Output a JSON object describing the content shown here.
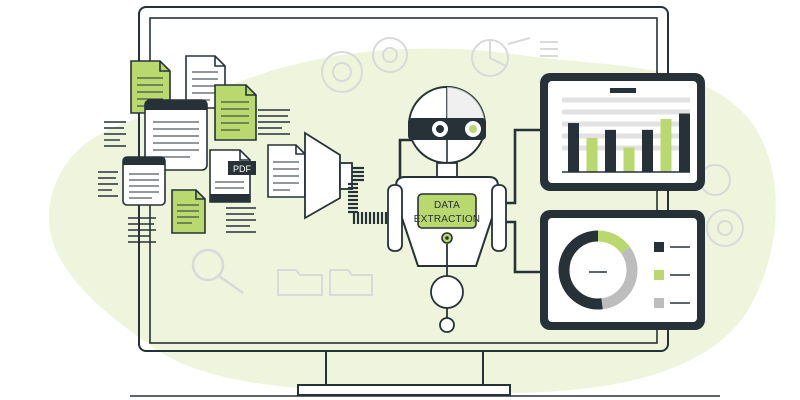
{
  "robot": {
    "label_line1": "DATA",
    "label_line2": "EXTRACTION"
  },
  "document": {
    "type_label": "PDF"
  },
  "bar_chart": {
    "values": [
      0.72,
      0.5,
      0.62,
      0.36,
      0.62,
      0.78,
      0.86
    ],
    "colors": [
      "#263238",
      "#b9d86e",
      "#263238",
      "#b9d86e",
      "#263238",
      "#b9d86e",
      "#263238"
    ]
  },
  "donut_chart": {
    "segments": [
      {
        "fraction": 0.15,
        "color": "#b9d86e"
      },
      {
        "fraction": 0.33,
        "color": "#bdbdbd"
      },
      {
        "fraction": 0.52,
        "color": "#263238"
      }
    ],
    "legend_colors": [
      "#263238",
      "#b9d86e",
      "#bdbdbd"
    ]
  },
  "colors": {
    "accent": "#b9d86e",
    "blob": "#eef5dc",
    "dark": "#263238",
    "paper": "#ffffff",
    "muted": "#d6d6d6"
  }
}
